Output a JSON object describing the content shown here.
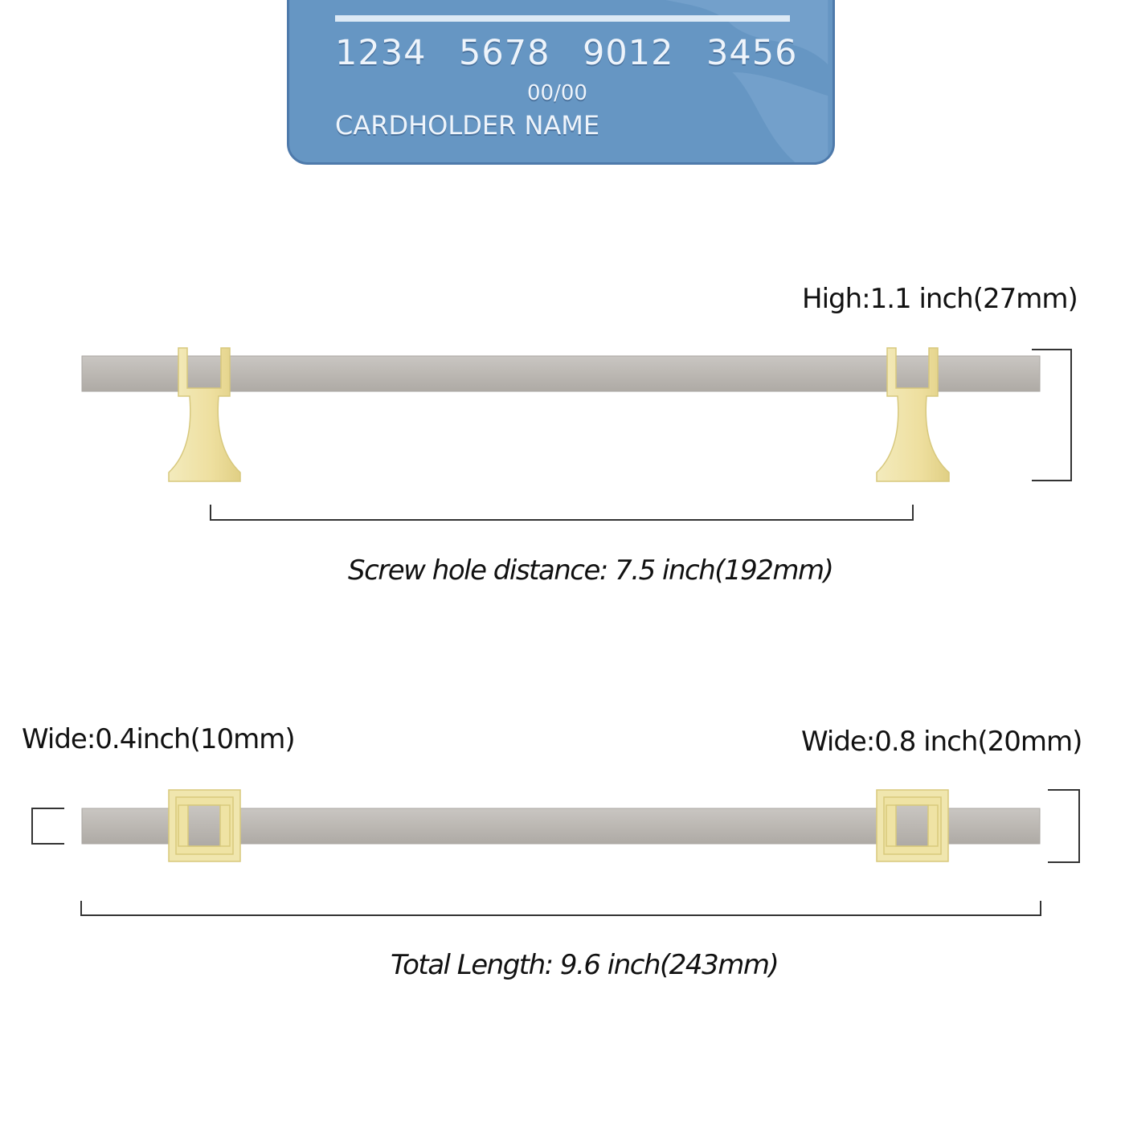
{
  "card": {
    "number_groups": [
      "1234",
      "5678",
      "9012",
      "3456"
    ],
    "expiry": "00/00",
    "holder": "CARDHOLDER NAME"
  },
  "side_view": {
    "height_label": "High:1.1 inch(27mm)",
    "screw_hole_label": "Screw hole distance: 7.5  inch(192mm)"
  },
  "top_view": {
    "bar_width_label": "Wide:0.4inch(10mm)",
    "base_width_label": "Wide:0.8 inch(20mm)",
    "total_length_label": "Total Length:  9.6 inch(243mm)"
  },
  "colors": {
    "bar": "#bdb9b4",
    "bar_edge": "#a8a39e",
    "post_gold": "#efe3a6",
    "post_gold_edge": "#d8c97c",
    "card_blue": "#6696c3",
    "dimension_line": "#333333"
  }
}
